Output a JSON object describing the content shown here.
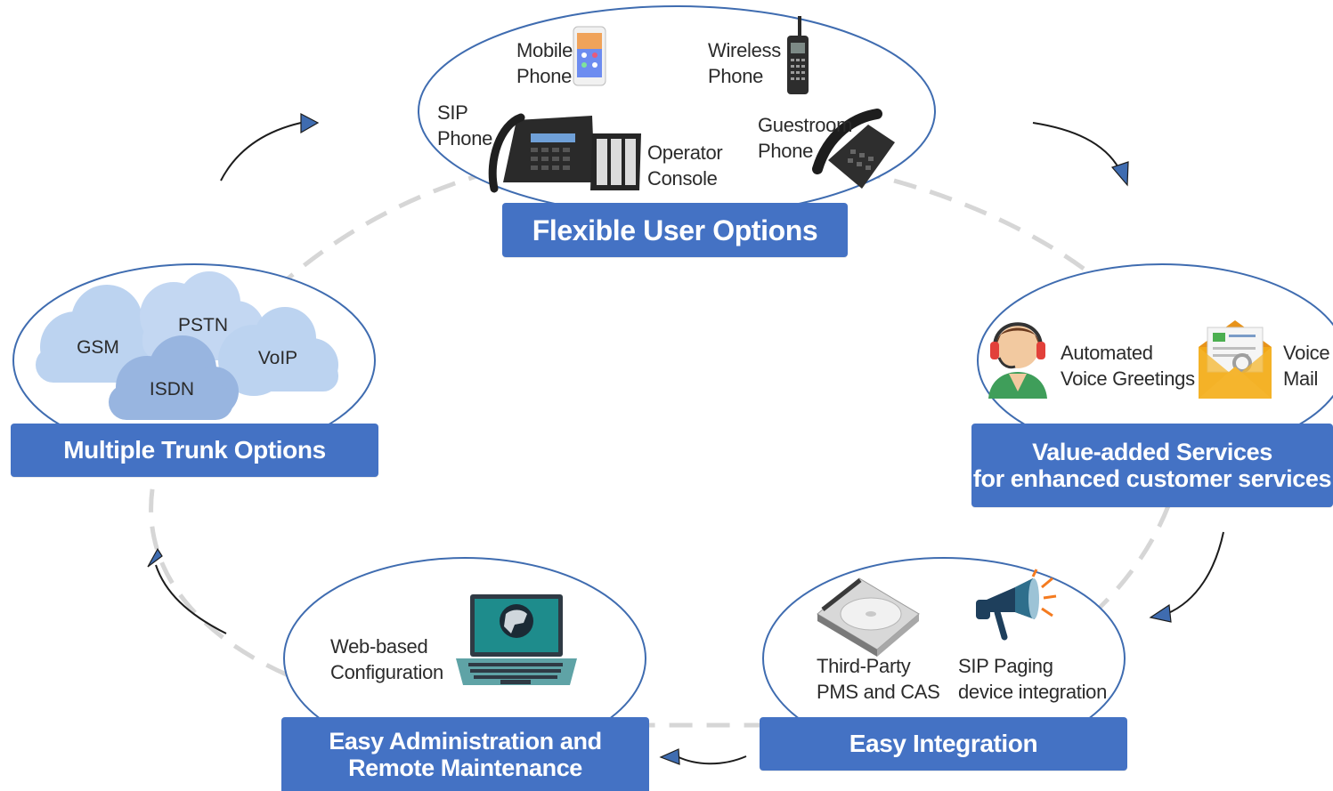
{
  "colors": {
    "banner": "#4472c4",
    "banner_text": "#ffffff",
    "ellipse_stroke": "#3f6cb0",
    "dashed_ring": "#d6d6d6",
    "arrow_head": "#3f6cb0",
    "arrow_stroke": "#1c1c1c",
    "cloud_light": "#bcd3f0",
    "cloud_dark": "#98b5e0"
  },
  "top": {
    "banner": "Flexible User Options",
    "mobile": [
      "Mobile",
      "Phone"
    ],
    "wireless": [
      "Wireless",
      "Phone"
    ],
    "sip": [
      "SIP",
      "Phone"
    ],
    "operator": [
      "Operator",
      "Console"
    ],
    "guestroom": [
      "Guestroom",
      "Phone"
    ],
    "icons": [
      "mobile-phone-icon",
      "wireless-phone-icon",
      "sip-phone-icon",
      "guestroom-phone-icon"
    ]
  },
  "left": {
    "banner": "Multiple Trunk Options",
    "clouds": {
      "gsm": "GSM",
      "pstn": "PSTN",
      "voip": "VoIP",
      "isdn": "ISDN"
    }
  },
  "right": {
    "banner_line1": "Value-added Services",
    "banner_line2": "for enhanced customer services",
    "automated": [
      "Automated",
      "Voice Greetings"
    ],
    "voicemail": [
      "Voice",
      "Mail"
    ],
    "icons": [
      "operator-headset-icon",
      "mail-envelope-icon"
    ]
  },
  "bottom_left": {
    "banner_line1": "Easy Administration and",
    "banner_line2": "Remote Maintenance",
    "web": [
      "Web-based",
      "Configuration"
    ],
    "icons": [
      "laptop-globe-icon"
    ]
  },
  "bottom_right": {
    "banner": "Easy Integration",
    "thirdparty": [
      "Third-Party",
      "PMS and CAS"
    ],
    "sippaging": [
      "SIP Paging",
      "device integration"
    ],
    "icons": [
      "cd-disc-icon",
      "megaphone-icon"
    ]
  }
}
